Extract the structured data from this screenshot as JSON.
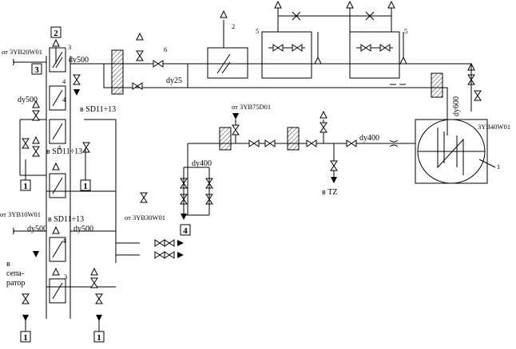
{
  "labels": {
    "src_3yb20": "от 3YB20W01",
    "src_3yb10": "от 3YB10W01",
    "src_3yb30": "от 3YB30W01",
    "src_3yb75": "от 3YB75D01",
    "dest_3yb40": "3YB40W01",
    "to_sd_1": "в SD11÷13",
    "to_sd_2": "в SD11÷13",
    "to_sd_3": "в SD11÷13",
    "to_tz": "в TZ",
    "to_separator_1": "в",
    "to_separator_2": "сепа-",
    "to_separator_3": "ратор"
  },
  "pipe_sizes": {
    "dy500_a": "dy500",
    "dy500_b": "dy500",
    "dy500_c": "dy500",
    "dy500_d": "dy500",
    "dy25": "dy25",
    "dy600": "dy600",
    "dy400_a": "dy400",
    "dy400_b": "dy400"
  },
  "numbers": {
    "n1": "1",
    "n2": "2",
    "n3": "3",
    "n3b": "3",
    "n4a": "4",
    "n4b": "4",
    "n4c": "4",
    "n4d": "4",
    "n5a": "5",
    "n5b": "5",
    "n6": "6",
    "n2b": "2"
  },
  "boxed": {
    "b1_left_top": "1",
    "b1_mid": "1",
    "b1_left_bot": "1",
    "b1_right_bot": "1",
    "b2": "2",
    "b3": "3",
    "b4": "4"
  }
}
